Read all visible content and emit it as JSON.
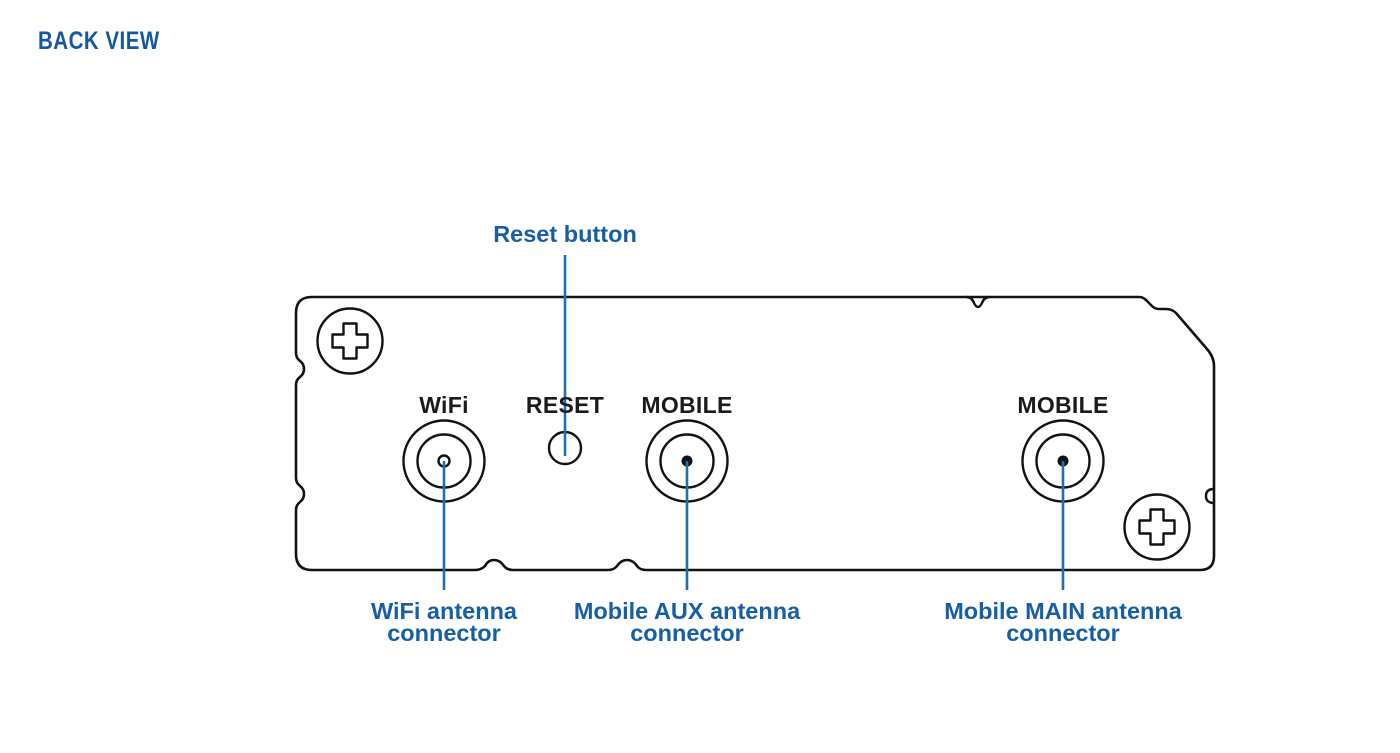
{
  "page": {
    "section_title": "BACK VIEW",
    "background_color": "#ffffff"
  },
  "colors": {
    "accent_blue": "#175fa5",
    "leader_blue": "#1f6fb2",
    "title_blue": "#1557a0",
    "outline_black": "#121212"
  },
  "device": {
    "view": "back",
    "silkscreen_labels": [
      {
        "id": "wifi",
        "text": "WiFi"
      },
      {
        "id": "reset",
        "text": "RESET"
      },
      {
        "id": "mobile_aux",
        "text": "MOBILE"
      },
      {
        "id": "mobile_main",
        "text": "MOBILE"
      }
    ],
    "screws": [
      {
        "id": "screw-top-left",
        "type": "phillips"
      },
      {
        "id": "screw-bottom-right",
        "type": "phillips"
      }
    ],
    "ports": [
      {
        "id": "wifi-connector",
        "type": "sma-antenna-connector",
        "center_style": "hollow"
      },
      {
        "id": "reset-button",
        "type": "recessed-button"
      },
      {
        "id": "mobile-aux-connector",
        "type": "sma-antenna-connector",
        "center_style": "filled"
      },
      {
        "id": "mobile-main-connector",
        "type": "sma-antenna-connector",
        "center_style": "filled"
      }
    ]
  },
  "callouts": {
    "reset": {
      "id": "callout-reset-button",
      "lines": [
        "Reset button"
      ],
      "position": "above"
    },
    "wifi": {
      "id": "callout-wifi-antenna",
      "lines": [
        "WiFi antenna",
        "connector"
      ],
      "position": "below"
    },
    "mobile_aux": {
      "id": "callout-mobile-aux-antenna",
      "lines": [
        "Mobile AUX antenna",
        "connector"
      ],
      "position": "below"
    },
    "mobile_main": {
      "id": "callout-mobile-main-antenna",
      "lines": [
        "Mobile MAIN antenna",
        "connector"
      ],
      "position": "below"
    }
  }
}
